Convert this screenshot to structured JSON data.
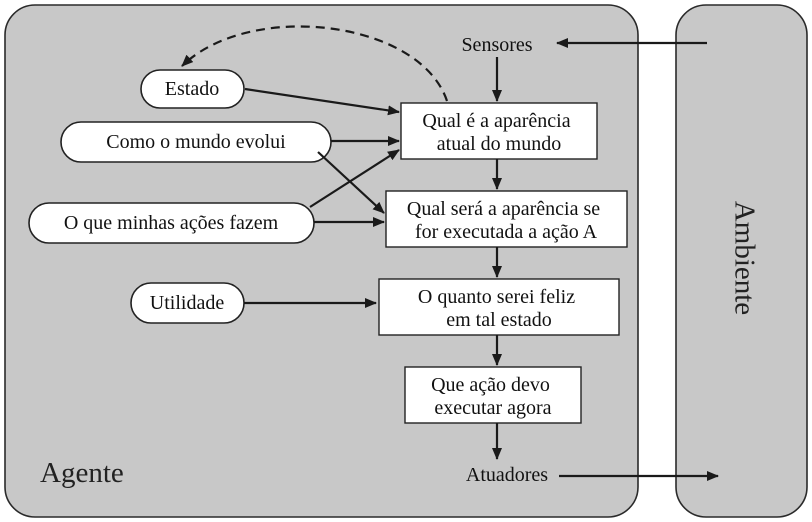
{
  "agent_label": "Agente",
  "environment_label": "Ambiente",
  "sensors_label": "Sensores",
  "actuators_label": "Atuadores",
  "inputs": {
    "state": "Estado",
    "world_evolution": "Como o mundo evolui",
    "action_effects": "O que minhas ações fazem",
    "utility": "Utilidade"
  },
  "process": {
    "current_world": [
      "Qual é a aparência",
      "atual do mundo"
    ],
    "predicted_world": [
      "Qual será a aparência se",
      "for executada a ação A"
    ],
    "happiness": [
      "O quanto serei feliz",
      "em tal estado"
    ],
    "decision": [
      "Que ação devo",
      "executar agora"
    ]
  }
}
